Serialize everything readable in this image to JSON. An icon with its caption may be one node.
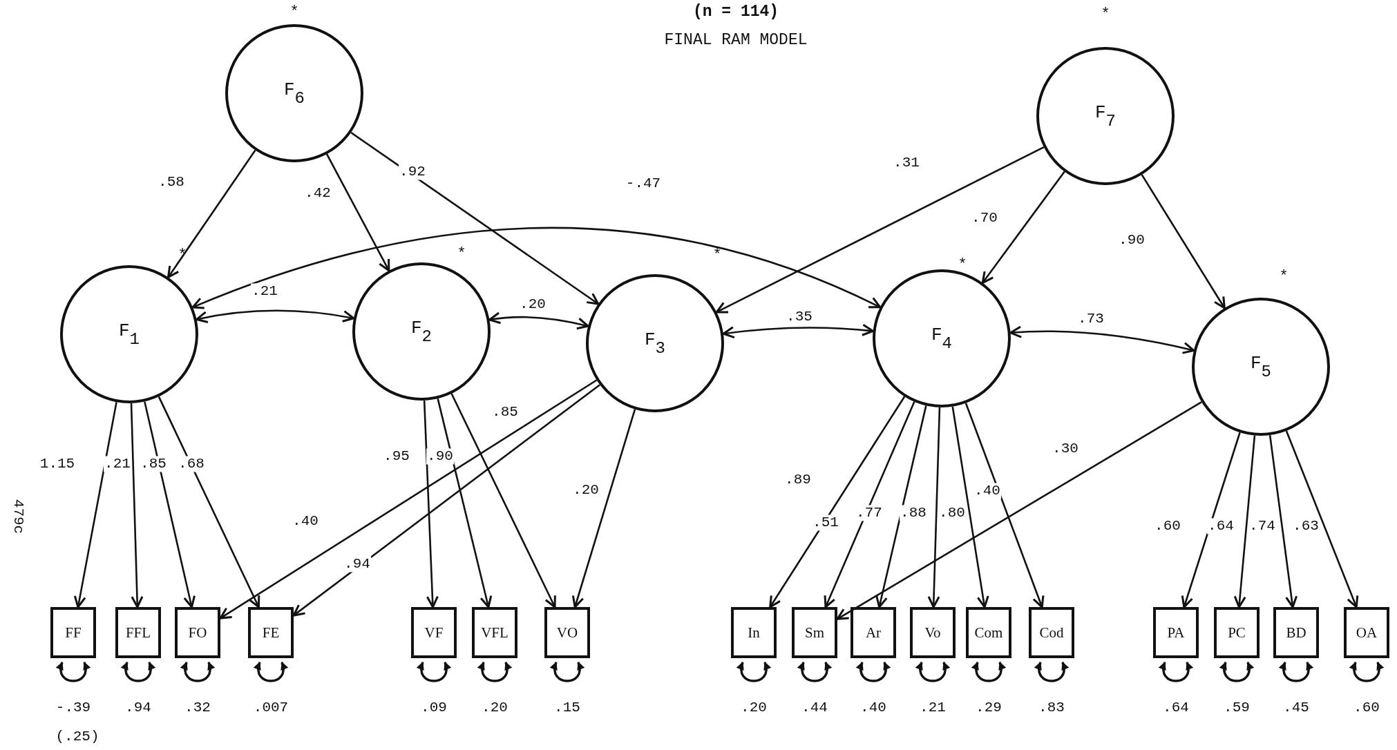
{
  "diagram": {
    "title": "FINAL RAM MODEL",
    "nodes": [
      {
        "text": [
          "F$_{6}$"
        ],
        "beside": [
          "*"
        ]
      },
      {
        "text": [
          "F$_{7}$"
        ],
        "beside": [
          "*"
        ]
      },
      {
        "text": [
          "F$_{1}$"
        ],
        "beside": [
          "*"
        ]
      },
      {
        "text": [
          "F$_{2}$"
        ],
        "beside": [
          "*"
        ]
      },
      {
        "text": [
          "F$_{3}$"
        ],
        "beside": [
          "*"
        ]
      },
      {
        "text": [
          "F$_{4}$"
        ],
        "beside": [
          "*"
        ]
      },
      {
        "text": [
          "F$_{5}$"
        ],
        "beside": [
          "*"
        ]
      },
      {
        "text": [
          "FF"
        ]
      },
      {
        "text": [
          "FFL"
        ]
      },
      {
        "text": [
          "FO"
        ]
      },
      {
        "text": [
          "FE"
        ]
      },
      {
        "text": [
          "VF"
        ]
      },
      {
        "text": [
          "VFL"
        ]
      },
      {
        "text": [
          "VO"
        ]
      },
      {
        "text": [
          "In"
        ]
      },
      {
        "text": [
          "Sm"
        ]
      },
      {
        "text": [
          "Ar"
        ]
      },
      {
        "text": [
          "Vo"
        ]
      },
      {
        "text": [
          "Com"
        ]
      },
      {
        "text": [
          "Cod"
        ]
      },
      {
        "text": [
          "PA"
        ]
      },
      {
        "text": [
          "PC"
        ]
      },
      {
        "text": [
          "BD"
        ]
      },
      {
        "text": [
          "OA"
        ]
      }
    ],
    "edges": [
      {
        "from": 0,
        "to": 2,
        "arrow": "to",
        "label": ".58"
      },
      {
        "from": 0,
        "to": 3,
        "arrow": "to",
        "label": ".42"
      },
      {
        "from": 0,
        "to": 4,
        "arrow": "to",
        "label": ".92"
      },
      {
        "from": 1,
        "to": 4,
        "arrow": "to",
        "label": ".31"
      },
      {
        "from": 1,
        "to": 5,
        "arrow": "to",
        "label": ".70"
      },
      {
        "from": 1,
        "to": 6,
        "arrow": "to",
        "label": ".90"
      },
      {
        "from": 2,
        "to": 5,
        "arrow": "both",
        "label": "-.47"
      },
      {
        "from": 2,
        "to": 3,
        "arrow": "both",
        "label": ".21"
      },
      {
        "from": 3,
        "to": 4,
        "arrow": "both",
        "label": ".20"
      },
      {
        "from": 4,
        "to": 5,
        "arrow": "both",
        "label": ".35"
      },
      {
        "from": 5,
        "to": 6,
        "arrow": "both",
        "label": ".73"
      },
      {
        "from": 2,
        "to": 7,
        "arrow": "to",
        "label": "1.15"
      },
      {
        "from": 2,
        "to": 8,
        "arrow": "to",
        "label": ".21"
      },
      {
        "from": 2,
        "to": 9,
        "arrow": "to",
        "label": ".85"
      },
      {
        "from": 2,
        "to": 10,
        "arrow": "to",
        "label": ".68"
      },
      {
        "from": 4,
        "to": 9,
        "arrow": "to",
        "label": ".40"
      },
      {
        "from": 4,
        "to": 10,
        "arrow": "to",
        "label": ".94"
      },
      {
        "from": 3,
        "to": 11,
        "arrow": "to",
        "label": ".95"
      },
      {
        "from": 3,
        "to": 12,
        "arrow": "to",
        "label": ".90"
      },
      {
        "from": 3,
        "to": 13,
        "arrow": "to",
        "label": ".85"
      },
      {
        "from": 4,
        "to": 13,
        "arrow": "to",
        "label": ".20"
      },
      {
        "from": 5,
        "to": 14,
        "arrow": "to",
        "label": ".89"
      },
      {
        "from": 5,
        "to": 15,
        "arrow": "to",
        "label": ".51"
      },
      {
        "from": 5,
        "to": 16,
        "arrow": "to",
        "label": ".77"
      },
      {
        "from": 5,
        "to": 17,
        "arrow": "to",
        "label": ".88"
      },
      {
        "from": 5,
        "to": 18,
        "arrow": "to",
        "label": ".80"
      },
      {
        "from": 5,
        "to": 19,
        "arrow": "to",
        "label": ".40"
      },
      {
        "from": 6,
        "to": 15,
        "arrow": "to",
        "label": ".30"
      },
      {
        "from": 6,
        "to": 20,
        "arrow": "to",
        "label": ".60"
      },
      {
        "from": 6,
        "to": 21,
        "arrow": "to",
        "label": ".64"
      },
      {
        "from": 6,
        "to": 22,
        "arrow": "to",
        "label": ".74"
      },
      {
        "from": 6,
        "to": 23,
        "arrow": "to",
        "label": ".63"
      },
      {
        "from": 7,
        "to": 7,
        "arrow": "both",
        "label": "-.39"
      },
      {
        "from": 8,
        "to": 8,
        "arrow": "both",
        "label": ".94"
      },
      {
        "from": 9,
        "to": 9,
        "arrow": "both",
        "label": ".32"
      },
      {
        "from": 10,
        "to": 10,
        "arrow": "both",
        "label": ".007"
      },
      {
        "from": 11,
        "to": 11,
        "arrow": "both",
        "label": ".09"
      },
      {
        "from": 12,
        "to": 12,
        "arrow": "both",
        "label": ".20"
      },
      {
        "from": 13,
        "to": 13,
        "arrow": "both",
        "label": ".15"
      },
      {
        "from": 14,
        "to": 14,
        "arrow": "both",
        "label": ".20"
      },
      {
        "from": 15,
        "to": 15,
        "arrow": "both",
        "label": ".44"
      },
      {
        "from": 16,
        "to": 16,
        "arrow": "both",
        "label": ".40"
      },
      {
        "from": 17,
        "to": 17,
        "arrow": "both",
        "label": ".21"
      },
      {
        "from": 18,
        "to": 18,
        "arrow": "both",
        "label": ".29"
      },
      {
        "from": 19,
        "to": 19,
        "arrow": "both",
        "label": ".83"
      },
      {
        "from": 20,
        "to": 20,
        "arrow": "both",
        "label": ".64"
      },
      {
        "from": 21,
        "to": 21,
        "arrow": "both",
        "label": ".59"
      },
      {
        "from": 22,
        "to": 22,
        "arrow": "both",
        "label": ".45"
      },
      {
        "from": 23,
        "to": 23,
        "arrow": "both",
        "label": ".60"
      }
    ],
    "labels": [
      "(n = 114)",
      "479c",
      "(.25)"
    ]
  }
}
